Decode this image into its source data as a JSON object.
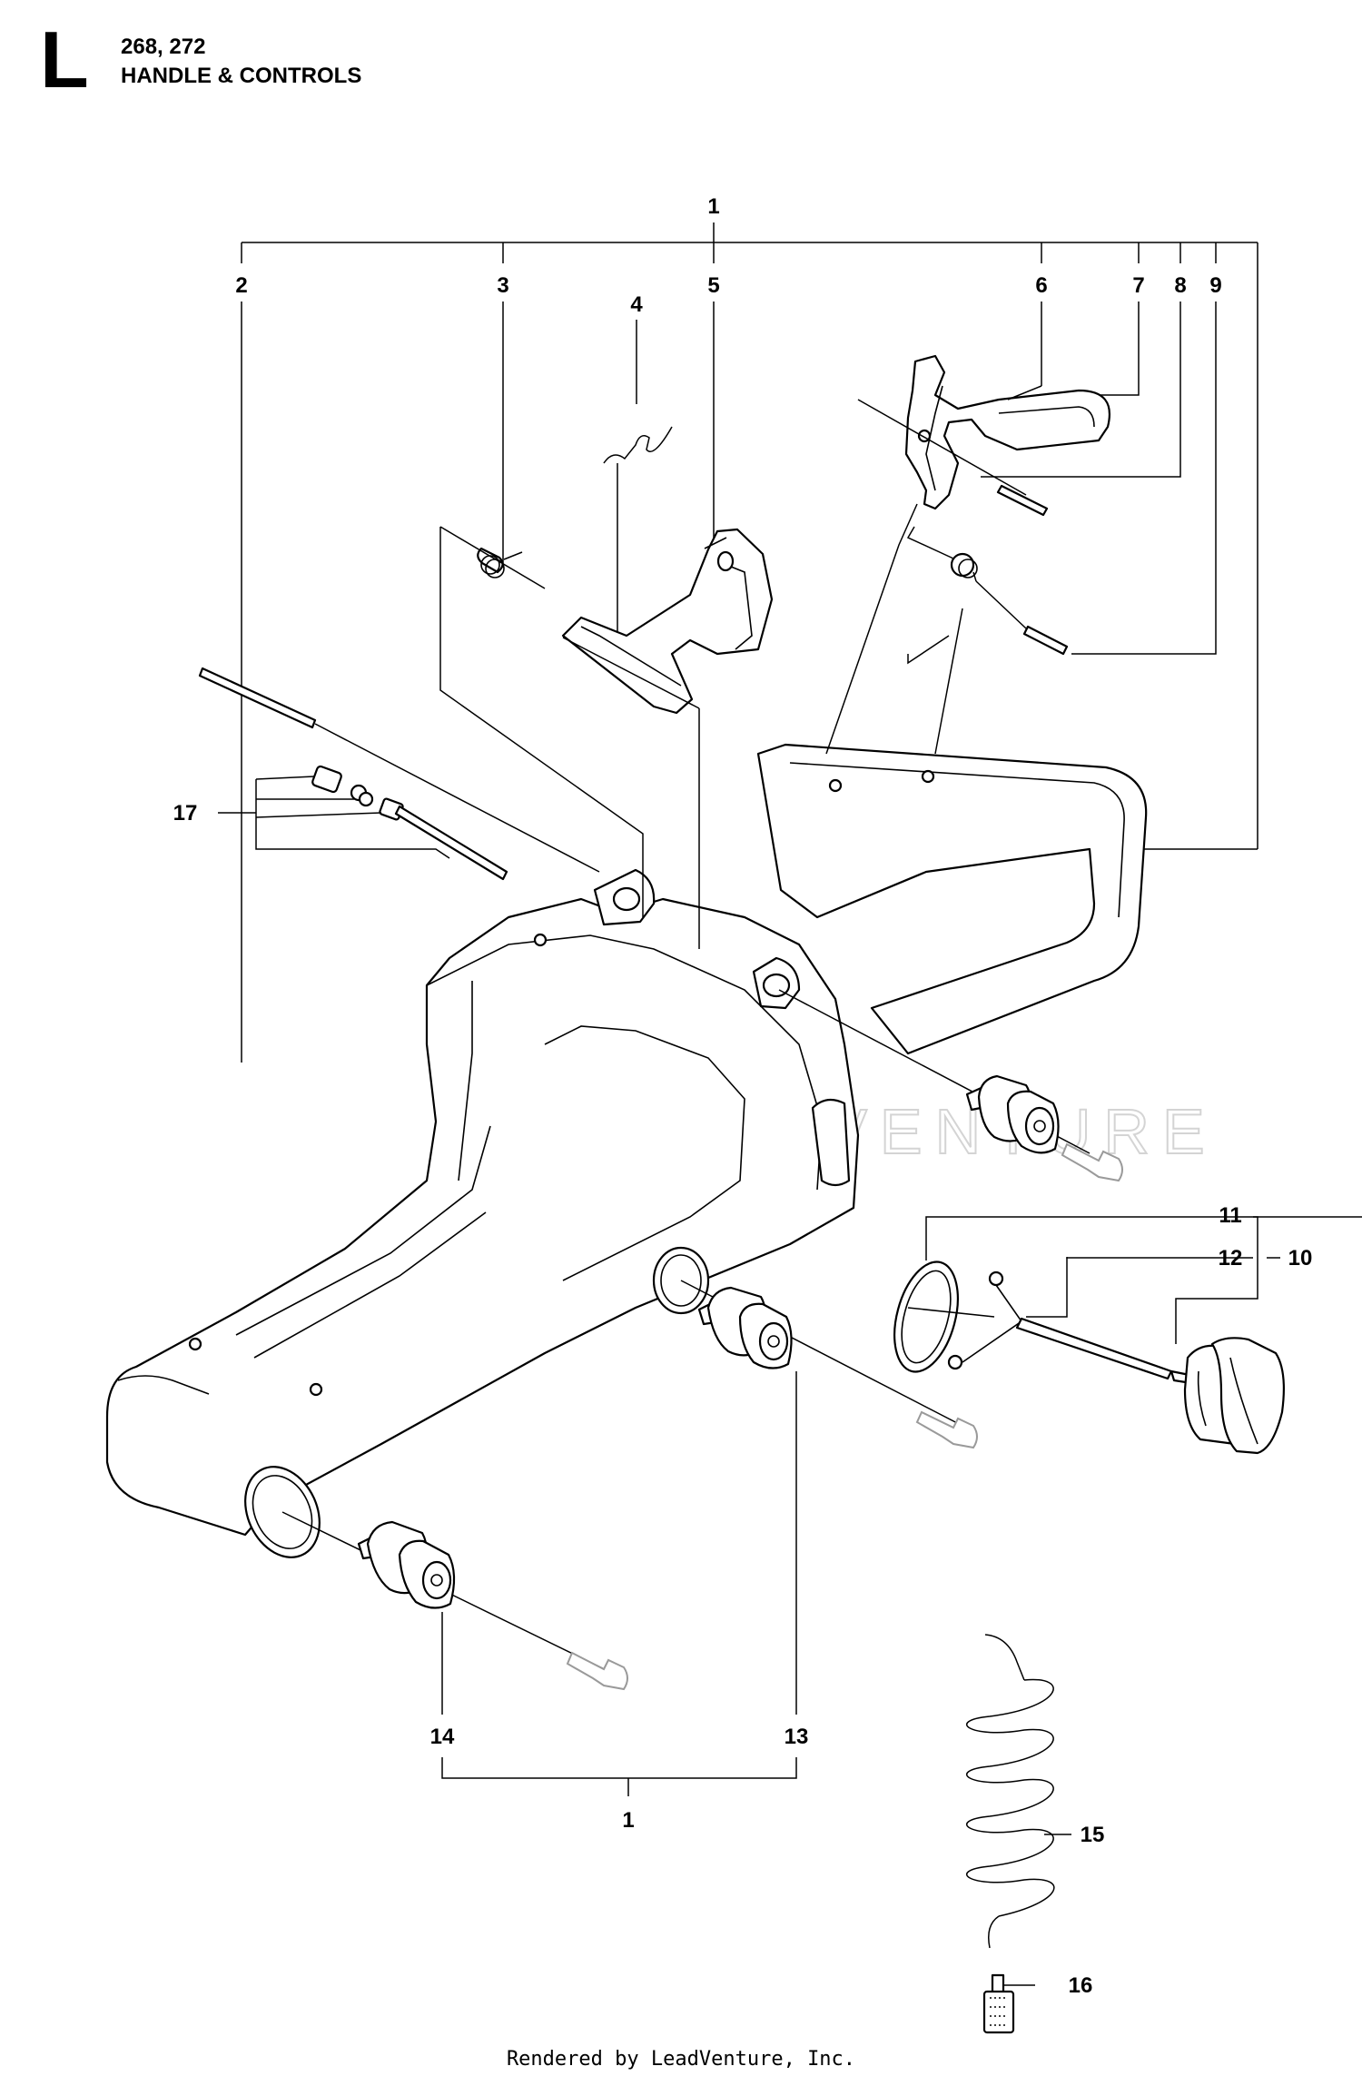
{
  "header": {
    "section_letter": "L",
    "models": "268, 272",
    "title": "HANDLE & CONTROLS"
  },
  "callouts": {
    "top_group": "1",
    "bottom_group": "1",
    "p2": "2",
    "p3": "3",
    "p4": "4",
    "p5": "5",
    "p6": "6",
    "p7": "7",
    "p8": "8",
    "p9": "9",
    "p10": "10",
    "p11": "11",
    "p12": "12",
    "p13": "13",
    "p14": "14",
    "p15": "15",
    "p16": "16",
    "p17": "17"
  },
  "watermark": "LEADVENTURE",
  "footer": "Rendered by LeadVenture, Inc."
}
